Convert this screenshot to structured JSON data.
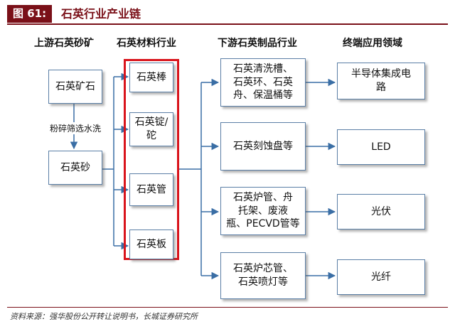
{
  "header": {
    "fig_label": "图 61:",
    "title": "石英行业产业链"
  },
  "columns": {
    "upstream": "上游石英砂矿",
    "materials": "石英材料行业",
    "downstream": "下游石英制品行业",
    "applications": "终端应用领域"
  },
  "upstream": {
    "ore": "石英矿石",
    "process": "粉碎筛选水洗",
    "sand": "石英砂"
  },
  "materials": [
    "石英棒",
    "石英锭/砣",
    "石英管",
    "石英板"
  ],
  "products": [
    {
      "line1": "石英清洗槽、",
      "line2": "石英环、石英",
      "line3": "舟、保温桶等"
    },
    {
      "line1": "石英刻蚀盘等"
    },
    {
      "line1": "石英炉管、舟",
      "line2": "托架、废液",
      "line3": "瓶、PECVD管等"
    },
    {
      "line1": "石英炉芯管、",
      "line2": "石英喷灯等"
    }
  ],
  "applications": [
    {
      "line1": "半导体集成电",
      "line2": "路"
    },
    {
      "line1": "LED"
    },
    {
      "line1": "光伏"
    },
    {
      "line1": "光纤"
    }
  ],
  "footer": {
    "source": "资料来源：强华股份公开转让说明书，长城证券研究所"
  },
  "colors": {
    "brand": "#7a1018",
    "highlight": "#d9141c",
    "node_border": "#5b7fa6",
    "connector": "#3a6ea5"
  }
}
